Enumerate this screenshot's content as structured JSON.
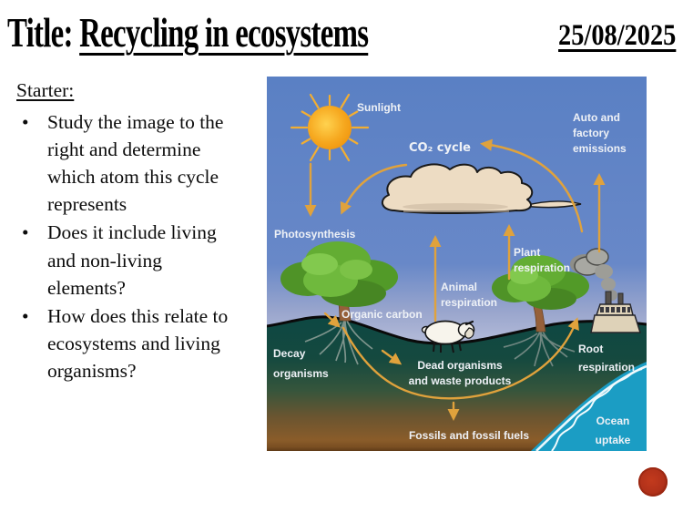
{
  "header": {
    "title_prefix": "Title: ",
    "title": "Recycling in ecosystems",
    "date": "25/08/2025"
  },
  "starter": {
    "heading": "Starter:",
    "bullets": [
      "Study the image to the right and determine which atom this cycle represents",
      "Does it include living and non-living elements?",
      "How does this relate to ecosystems and living organisms?"
    ]
  },
  "diagram": {
    "description": "Carbon dioxide cycle in an ecosystem",
    "labels": {
      "sunlight": "Sunlight",
      "co2_cycle": "CO₂ cycle",
      "auto_line1": "Auto and",
      "auto_line2": "factory",
      "auto_line3": "emissions",
      "photosynthesis": "Photosynthesis",
      "plant_line1": "Plant",
      "plant_line2": "respiration",
      "animal_line1": "Animal",
      "animal_line2": "respiration",
      "organic_carbon": "Organic carbon",
      "decay_line1": "Decay",
      "decay_line2": "organisms",
      "dead_line1": "Dead organisms",
      "dead_line2": "and waste products",
      "root_line1": "Root",
      "root_line2": "respiration",
      "fossils": "Fossils and fossil fuels",
      "ocean_line1": "Ocean",
      "ocean_line2": "uptake"
    },
    "colors": {
      "sky": "#5a80c4",
      "arrow": "#e0a23c",
      "ground": "#0f4a44",
      "soil": "#8a5c2a",
      "ocean": "#1b9dc4",
      "sun": "#f5a41c",
      "cloud": "#eddcc3",
      "label_text": "#eef1f6"
    }
  },
  "footer": {
    "marker_color": "#b1311a"
  }
}
